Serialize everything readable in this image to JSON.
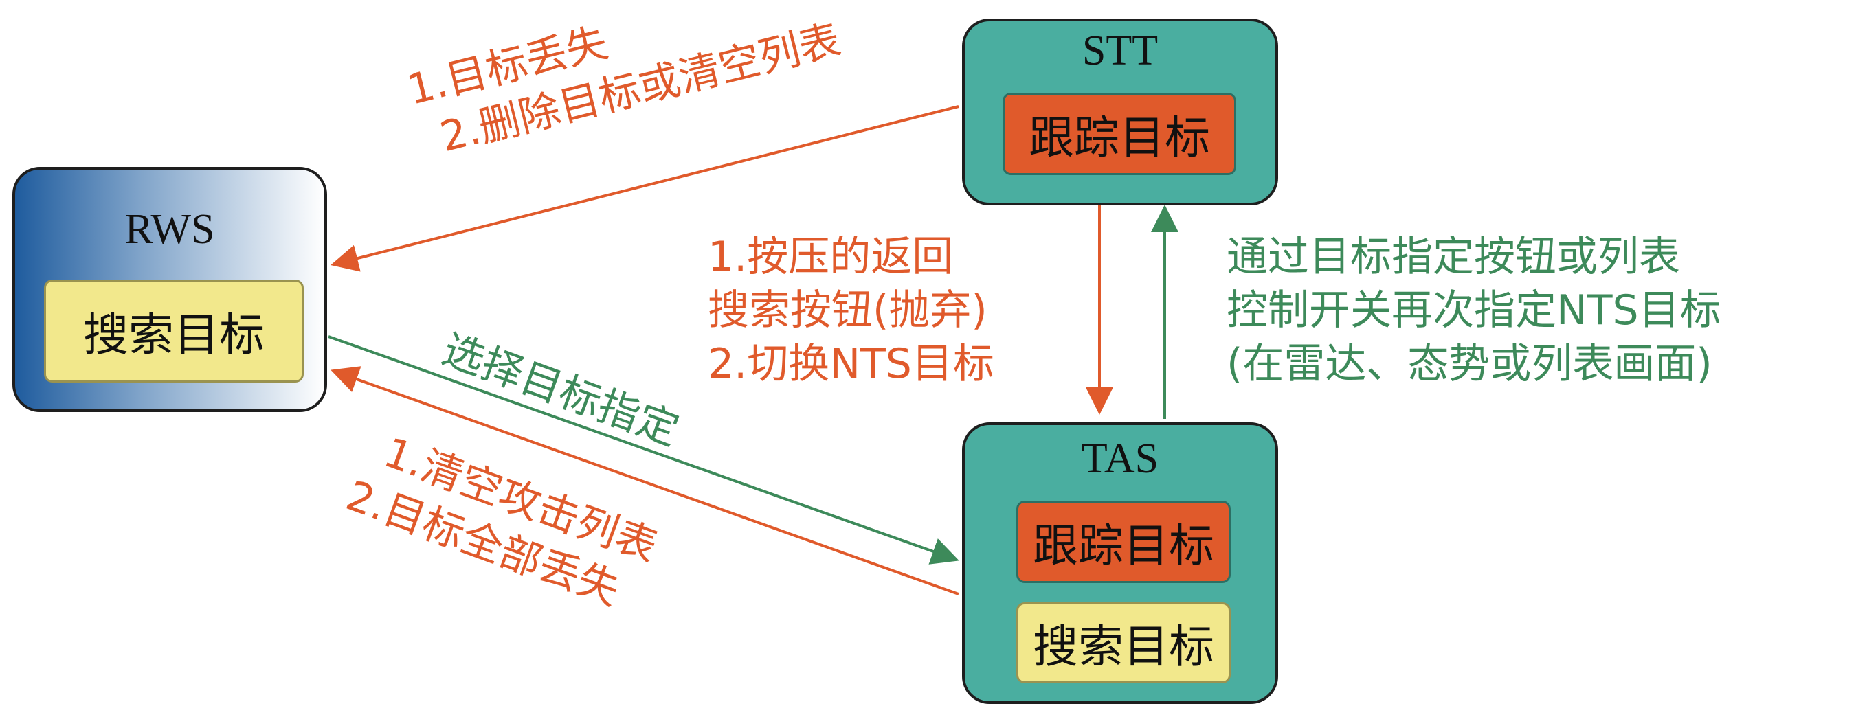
{
  "nodes": {
    "rws": {
      "title": "RWS",
      "inner": "搜索目标"
    },
    "stt": {
      "title": "STT",
      "inner": "跟踪目标"
    },
    "tas": {
      "title": "TAS",
      "inner1": "跟踪目标",
      "inner2": "搜索目标"
    }
  },
  "edges": {
    "stt_to_rws": [
      "1.目标丢失",
      "2.删除目标或清空列表"
    ],
    "stt_to_tas": [
      "1.按压的返回",
      "搜索按钮(抛弃)",
      "2.切换NTS目标"
    ],
    "tas_to_stt": [
      "通过目标指定按钮或列表",
      "控制开关再次指定NTS目标",
      "(在雷达、态势或列表画面)"
    ],
    "rws_to_tas": [
      "选择目标指定"
    ],
    "tas_to_rws": [
      "1.清空攻击列表",
      "2.目标全部丢失"
    ]
  },
  "colors": {
    "orange": "#e05a2b",
    "green": "#3d8a5a",
    "teal": "#4aaea0",
    "yellow": "#f2e88c",
    "rws_gradient_start": "#1f5c9e",
    "rws_gradient_end": "#ffffff"
  }
}
